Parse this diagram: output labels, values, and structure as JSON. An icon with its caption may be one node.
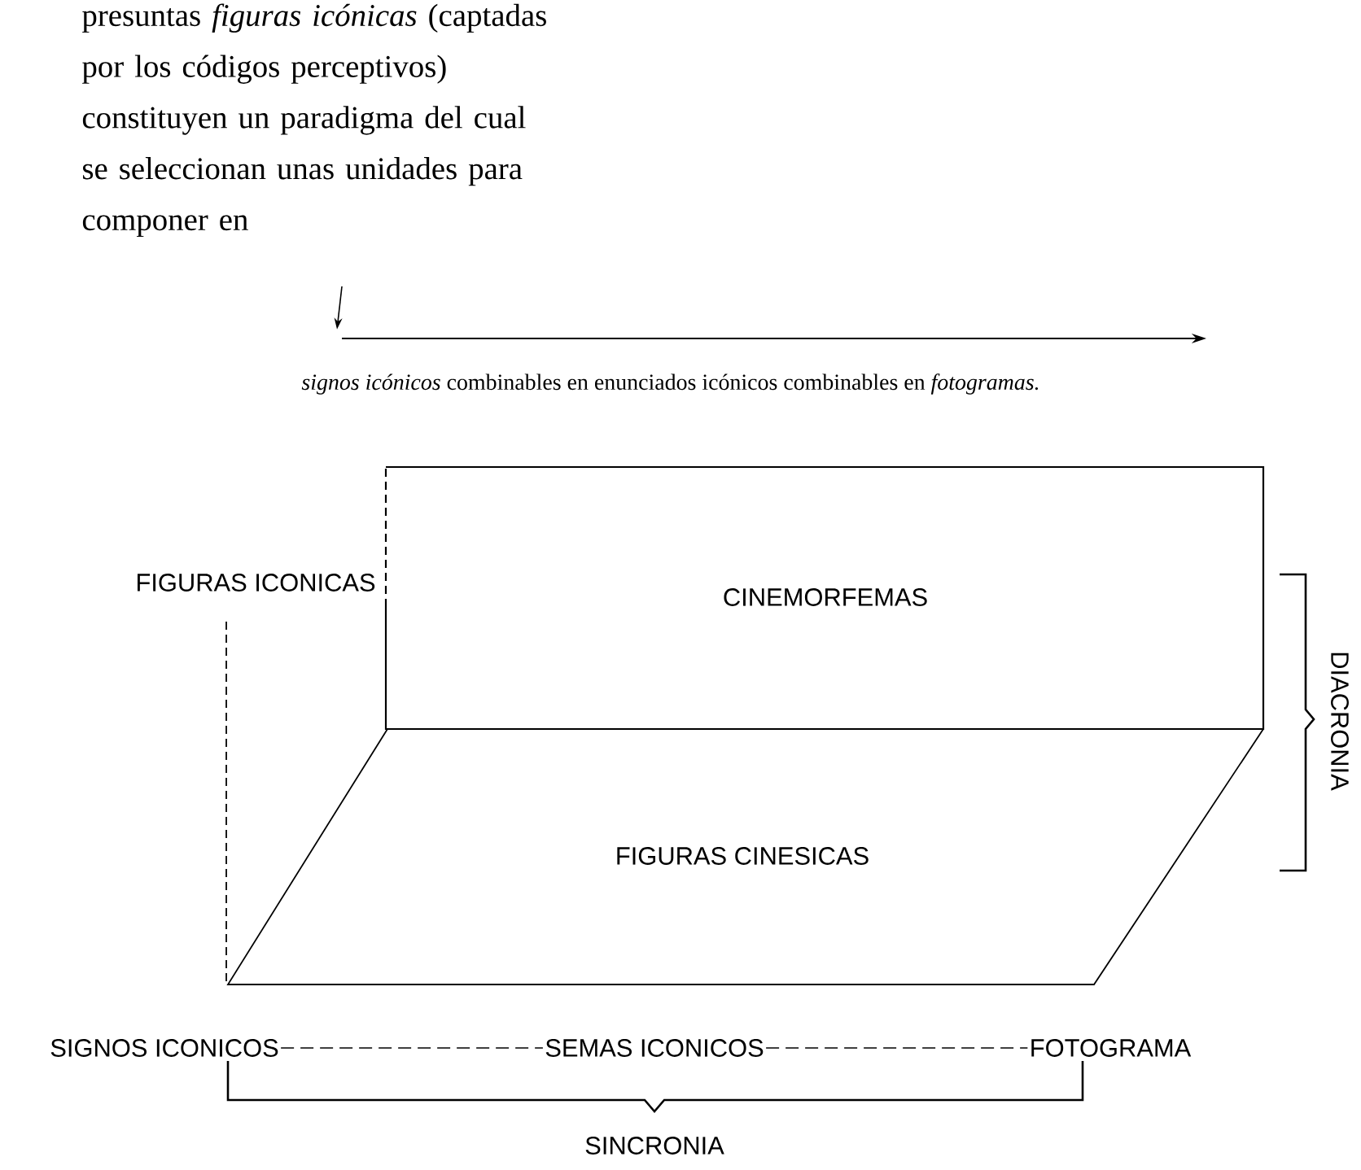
{
  "diagram": {
    "nodes": [
      {
        "text": [
          "presuntas *figuras icónicas* (captadas por los códigos perceptivos) constituyen un paradigma del cual se seleccionan unas unidades para componer en"
        ]
      },
      {
        "text": [
          "*signos icónicos* combinables en enunciados icónicos combinables en *fotogramas.*"
        ]
      },
      {
        "text": [
          "CINEMORFEMAS"
        ]
      },
      {
        "text": [
          "FIGURAS CINESICAS"
        ]
      },
      {
        "text": [
          "SIGNOS ICONICOS"
        ]
      },
      {
        "text": [
          "SEMAS ICONICOS"
        ]
      },
      {
        "text": [
          "FOTOGRAMA"
        ]
      }
    ],
    "edges": [
      {
        "from": 0,
        "to": 1,
        "arrow": "to"
      },
      {
        "from": 4,
        "to": 5,
        "arrow": "none",
        "style": "dashed"
      },
      {
        "from": 5,
        "to": 6,
        "arrow": "none",
        "style": "dashed"
      }
    ],
    "labels": [
      "FIGURAS ICONICAS",
      "DIACRONIA",
      "SINCRONIA"
    ]
  }
}
